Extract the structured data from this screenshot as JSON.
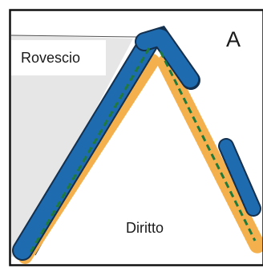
{
  "figure": {
    "panel_label": "A",
    "label_wrong_side": "Rovescio",
    "label_right_side": "Diritto"
  },
  "colors": {
    "wrong_side_fill": "#e6e6e6",
    "stitch_blue": "#1f6bb0",
    "stitch_dark_outline": "#13304f",
    "stitch_orange": "#f5b04e",
    "basting_green": "#1f7a3c",
    "frame": "#111111"
  },
  "icons": [
    "zigzag-stitch-band",
    "loop-stitch-band",
    "basting-line"
  ]
}
